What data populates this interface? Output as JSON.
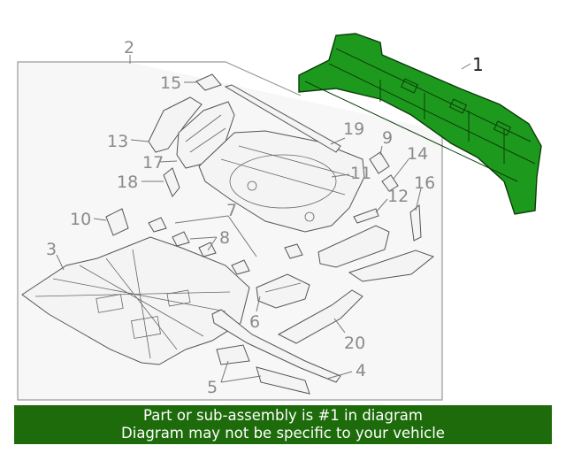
{
  "callouts": {
    "c1": "1",
    "c2": "2",
    "c3": "3",
    "c4": "4",
    "c5": "5",
    "c6": "6",
    "c7": "7",
    "c8": "8",
    "c9": "9",
    "c10": "10",
    "c11": "11",
    "c12": "12",
    "c13": "13",
    "c14": "14",
    "c15": "15",
    "c16": "16",
    "c17": "17",
    "c18": "18",
    "c19": "19",
    "c20": "20"
  },
  "highlight": {
    "part_number": "1",
    "color": "#1d9a1d"
  },
  "banner": {
    "line1": "Part or sub-assembly is #1 in diagram",
    "line2": "Diagram may not be specific to your vehicle",
    "color": "#1d6b0a"
  }
}
